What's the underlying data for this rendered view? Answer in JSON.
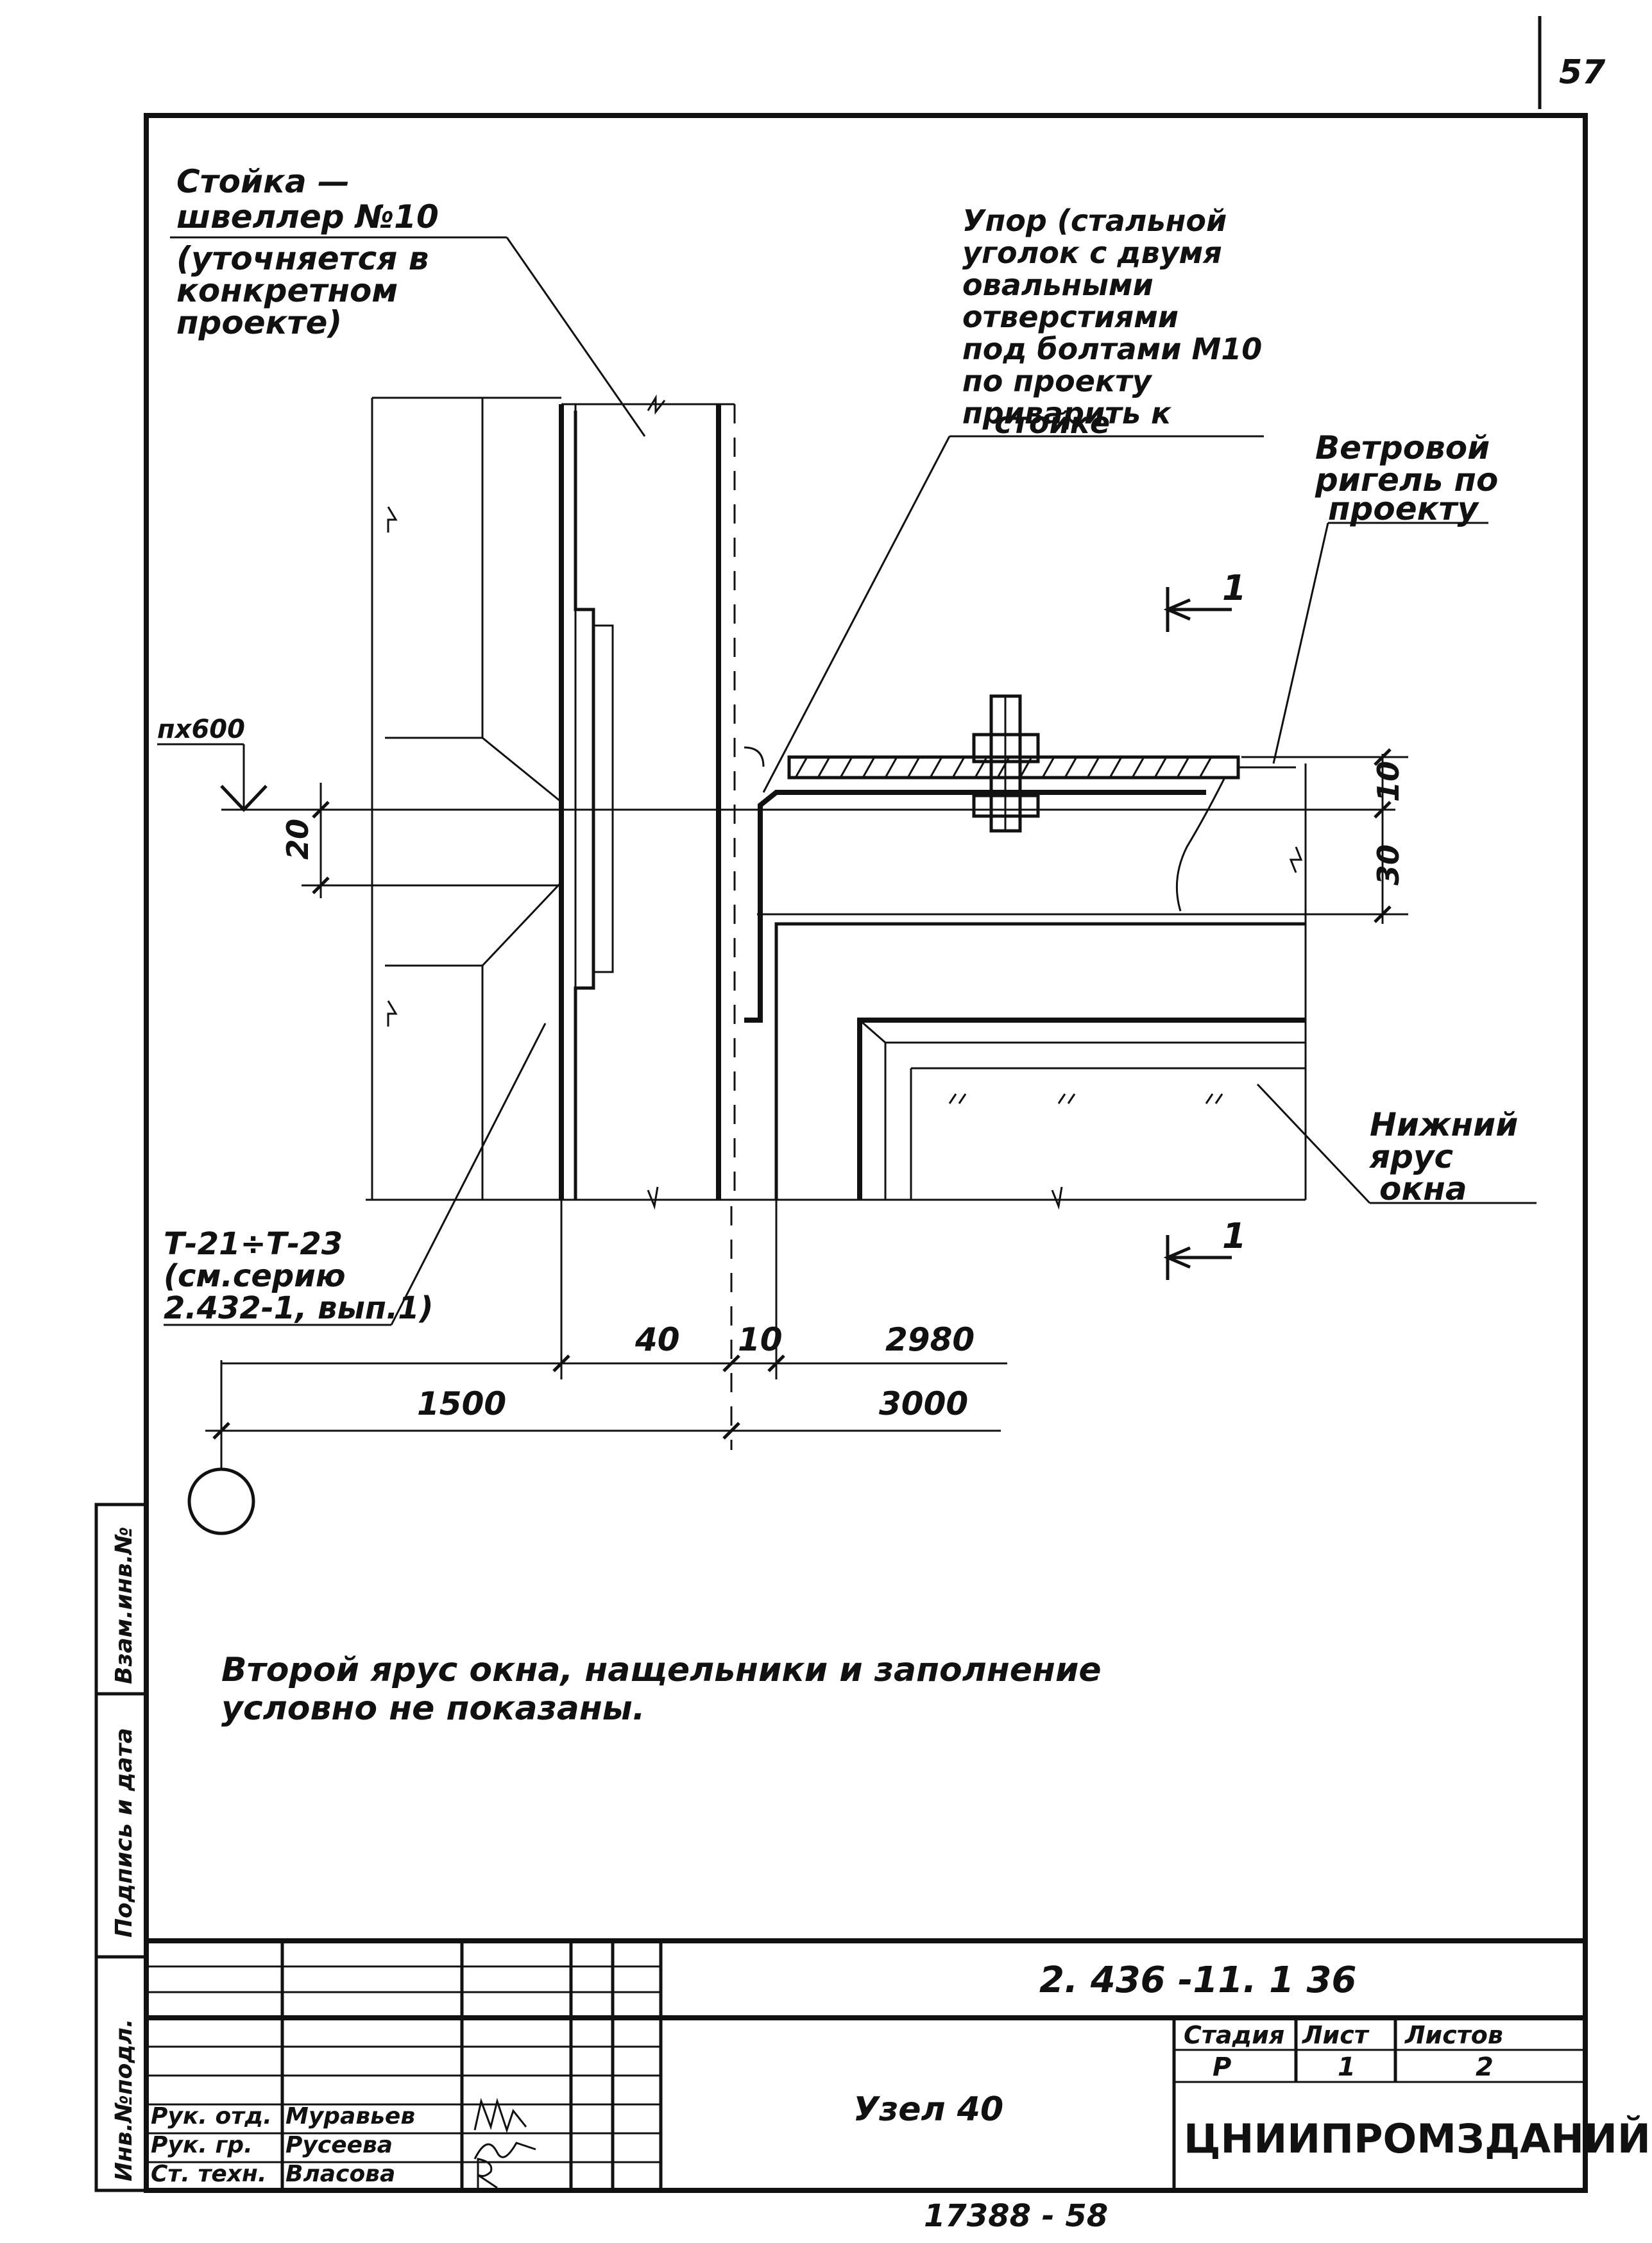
{
  "page_number": "57",
  "notes": {
    "column": "Стойка —\nшвеллер №10\n(уточняется в\nконкретном\nпроекте)",
    "stop": "Упор (стальной\nуголок с двумя\nовальными\nотверстиями\nпод болтами М10\nпо проекту\nприварить к\nстойке",
    "girder": "Ветровой\nригель по\nпроекту",
    "window": "Нижний\nярус\nокна",
    "panel": "Т-21÷Т-23\n(см.серию\n2.432-1, вып.1)",
    "general": "Второй ярус окна, нащельники и заполнение\nусловно не показаны."
  },
  "dimensions": {
    "level_mark": "пх600",
    "d20": "20",
    "d10_vert": "10",
    "d30": "30",
    "d40": "40",
    "d10": "10",
    "d2980": "2980",
    "d1500": "1500",
    "d3000": "3000"
  },
  "section_label": "1",
  "title_block": {
    "code": "2. 436 -11. 1 36",
    "title": "Узел 40",
    "stage_header": "Стадия",
    "sheet_header": "Лист",
    "sheets_header": "Листов",
    "stage": "Р",
    "sheet": "1",
    "sheets": "2",
    "org": "ЦНИИПРОМЗДАНИЙ",
    "roles": [
      {
        "role": "Рук. отд.",
        "name": "Муравьев"
      },
      {
        "role": "Рук. гр.",
        "name": "Русеева"
      },
      {
        "role": "Ст. техн.",
        "name": "Власова"
      }
    ]
  },
  "side_stamp": {
    "inv_original": "Инв.№подл.",
    "signature_date": "Подпись и дата",
    "replaces_inv": "Взам.инв.№"
  },
  "footer_number": "17388 - 58"
}
